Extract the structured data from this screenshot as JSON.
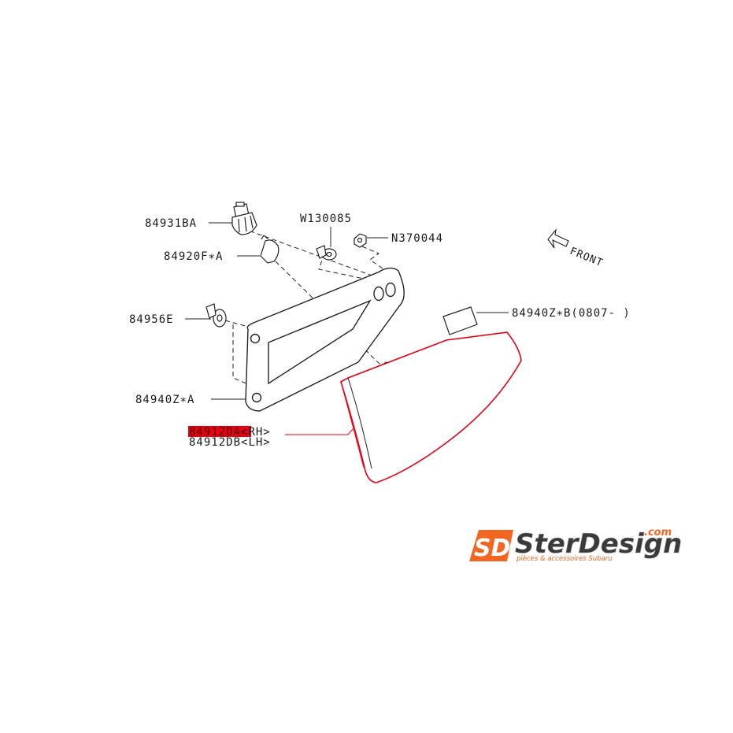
{
  "diagram": {
    "parts": {
      "p84931ba": {
        "code": "84931BA"
      },
      "p84920fa": {
        "code": "84920F∗A"
      },
      "p84956e": {
        "code": "84956E"
      },
      "p84940za": {
        "code": "84940Z∗A"
      },
      "pw130085": {
        "code": "W130085"
      },
      "pn370044": {
        "code": "N370044"
      },
      "p84940zb": {
        "code": "84940Z∗B(0807-  )"
      },
      "p84912da": {
        "code": "84912DA",
        "suffix": "<RH>",
        "highlighted": true
      },
      "p84912db": {
        "code": "84912DB",
        "suffix": "<LH>"
      }
    },
    "direction_label": "FRONT",
    "colors": {
      "highlight": "#e60012",
      "line": "#222222"
    }
  },
  "logo": {
    "mark": "SD",
    "name": "SterDesign",
    "domain": ".com",
    "tagline": "pièces & accessoires Subaru",
    "colors": {
      "orange": "#f26522",
      "dark": "#3a3a3a",
      "grey": "#9a9a9a"
    }
  }
}
